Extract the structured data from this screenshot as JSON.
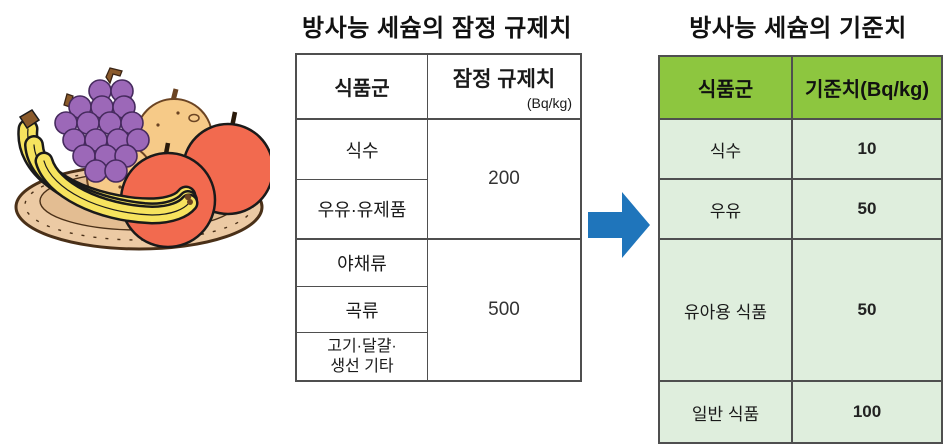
{
  "colors": {
    "arrow_blue": "#1f75bb",
    "header_green": "#8dc63f",
    "body_green": "#dfeedd",
    "table_border": "#4f4f4f"
  },
  "illustration": {
    "label": "fruit basket with grapes, oranges, apples and bananas"
  },
  "provisional_table": {
    "title": "방사능 세슘의 잠정 규제치",
    "header": {
      "food": "식품군",
      "value": "잠정 규제치",
      "unit": "(Bq/kg)"
    },
    "rows": [
      {
        "label": "식수"
      },
      {
        "label": "우유·유제품"
      },
      {
        "label": "야채류"
      },
      {
        "label": "곡류"
      },
      {
        "line1": "고기·달걀·",
        "line2": "생선 기타"
      }
    ],
    "merged_values": [
      {
        "value": "200",
        "applies_to": [
          "식수",
          "우유·유제품"
        ]
      },
      {
        "value": "500",
        "applies_to": [
          "야채류",
          "곡류",
          "고기·달걀·생선 기타"
        ]
      }
    ]
  },
  "standard_table": {
    "title": "방사능 세슘의 기준치",
    "header": {
      "food": "식품군",
      "value": "기준치(Bq/kg)"
    },
    "rows": [
      {
        "food": "식수",
        "value": "10"
      },
      {
        "food": "우유",
        "value": "50"
      },
      {
        "food": "유아용 식품",
        "value": "50"
      },
      {
        "food": "일반 식품",
        "value": "100"
      }
    ]
  }
}
